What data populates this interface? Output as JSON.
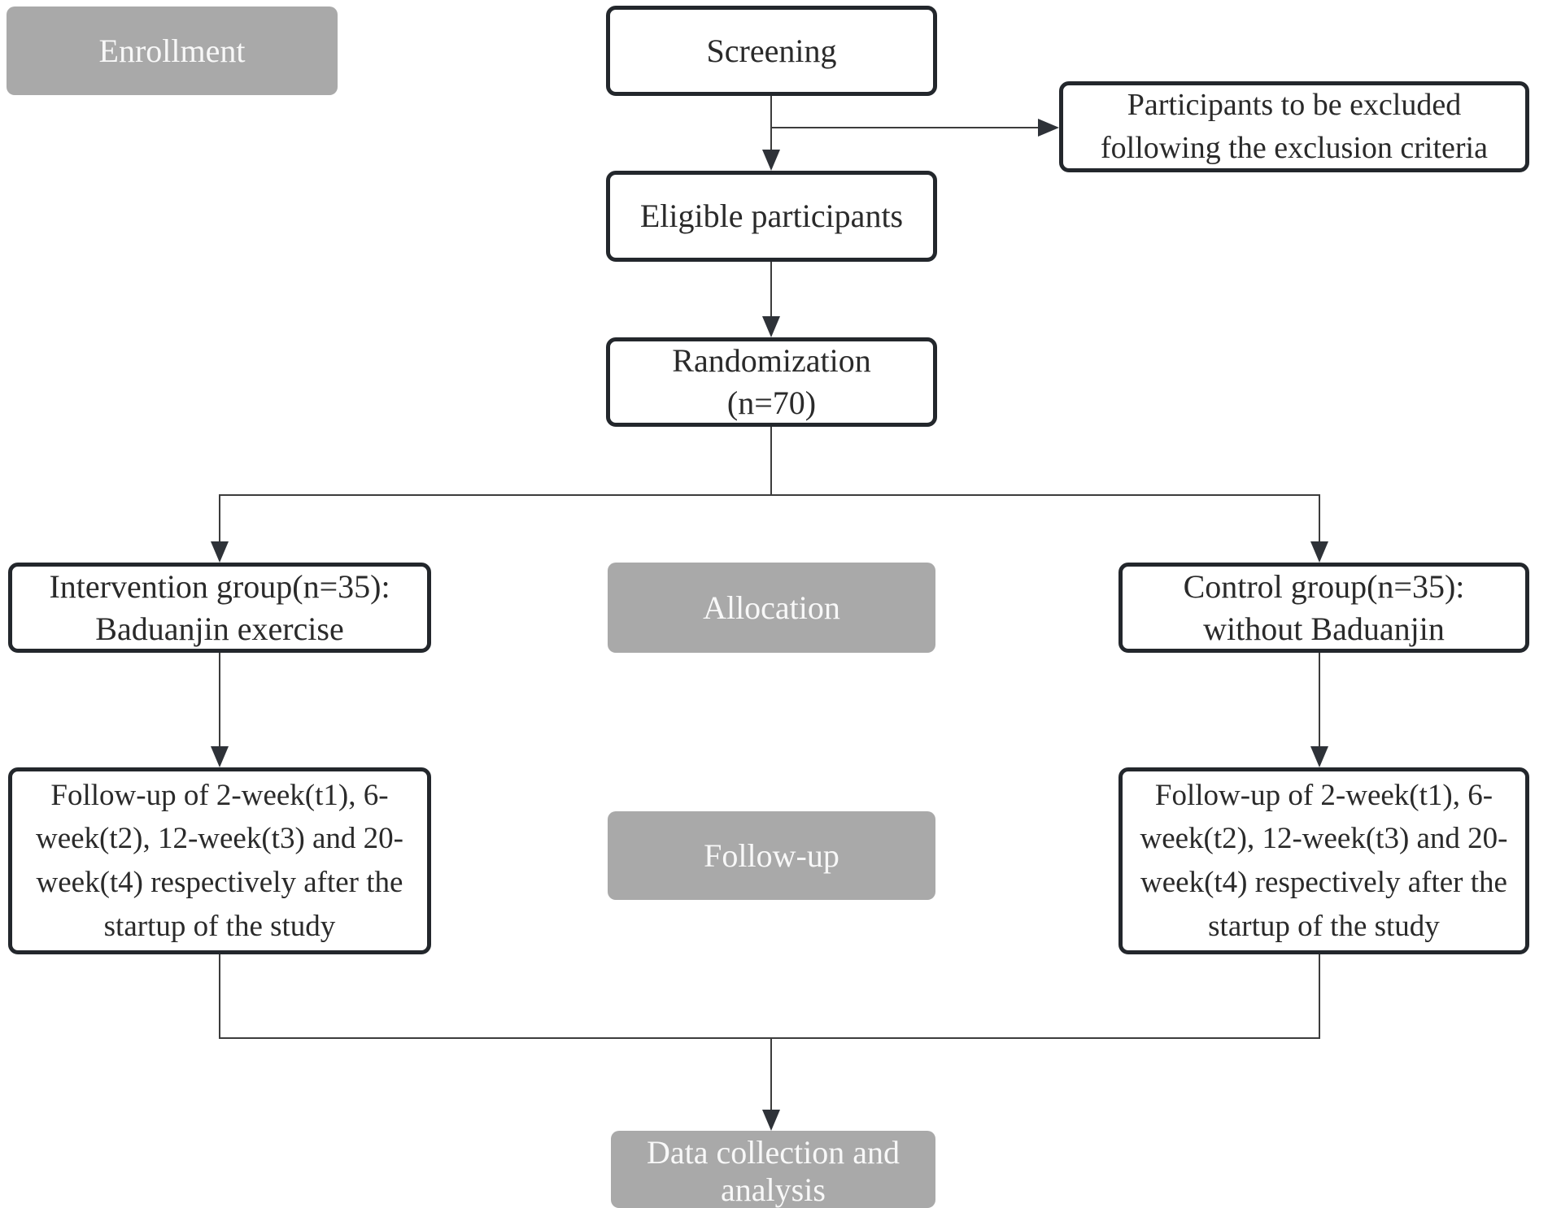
{
  "diagram": {
    "type": "study-flowchart",
    "colors": {
      "stage_fill": "#a9a9a9",
      "stage_text": "#f8f8f8",
      "box_border": "#23272c",
      "box_text": "#2a2a2a",
      "line": "#3c3c3c"
    },
    "nodes": {
      "enrollment": {
        "label": "Enrollment"
      },
      "screening": {
        "label": "Screening"
      },
      "excluded": {
        "label": "Participants to be excluded\nfollowing the exclusion criteria"
      },
      "eligible": {
        "label": "Eligible participants"
      },
      "randomization": {
        "label": "Randomization\n(n=70)"
      },
      "intervention": {
        "label": "Intervention group(n=35):\nBaduanjin exercise"
      },
      "allocation": {
        "label": "Allocation"
      },
      "control": {
        "label": "Control group(n=35):\nwithout Baduanjin"
      },
      "followup_left": {
        "label": "Follow-up of 2-week(t1), 6-\nweek(t2), 12-week(t3) and 20-\nweek(t4) respectively after the\nstartup of the study"
      },
      "followup_stage": {
        "label": "Follow-up"
      },
      "followup_right": {
        "label": "Follow-up of 2-week(t1), 6-\nweek(t2), 12-week(t3) and 20-\nweek(t4) respectively after the\nstartup of the study"
      },
      "data_collection": {
        "label": "Data collection and\nanalysis"
      }
    }
  }
}
